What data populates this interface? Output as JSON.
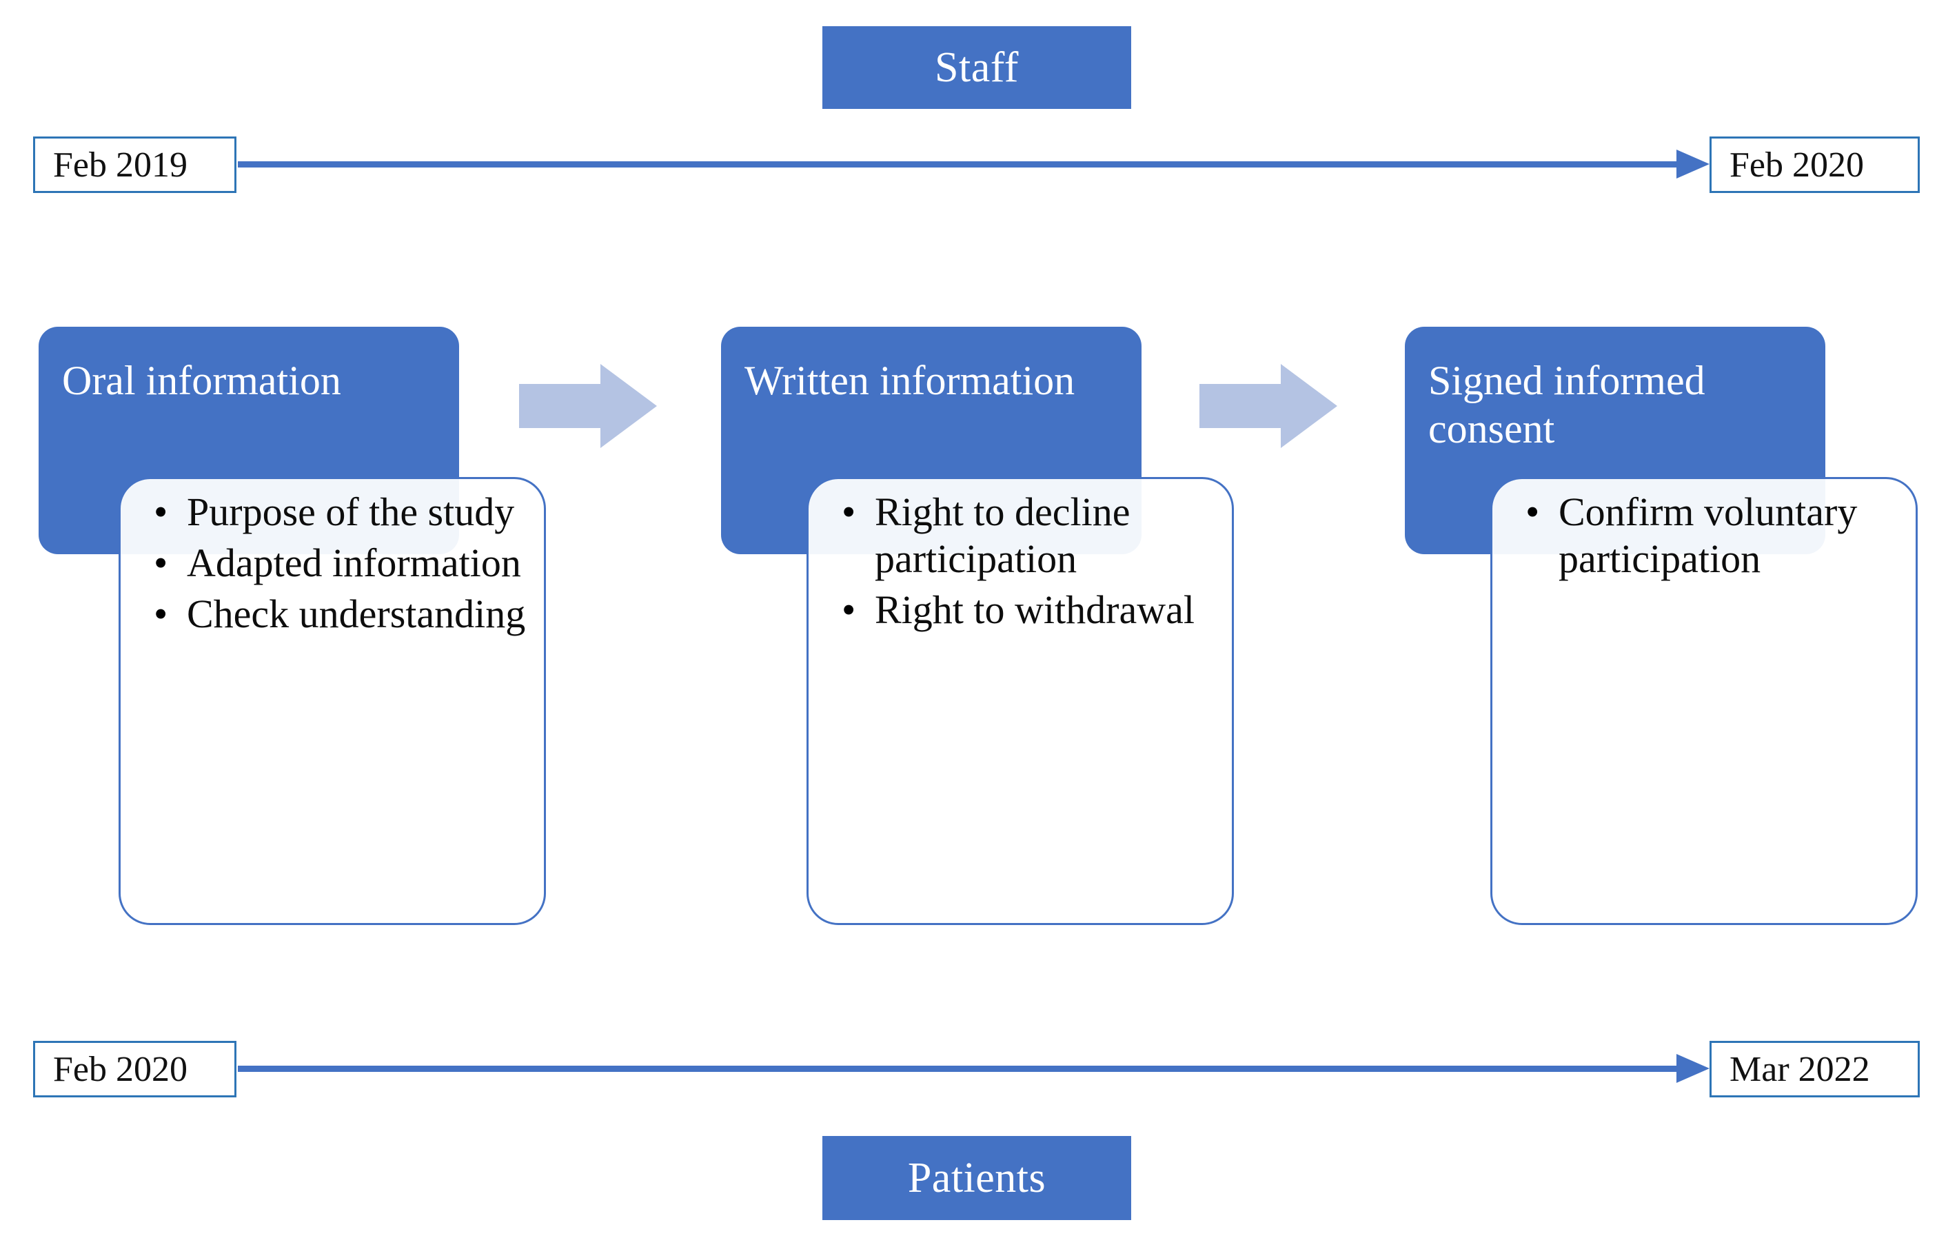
{
  "groups": {
    "top_label": "Staff",
    "bottom_label": "Patients"
  },
  "timelines": [
    {
      "name": "staff-timeline",
      "start": "Feb 2019",
      "end": "Feb 2020"
    },
    {
      "name": "patients-timeline",
      "start": "Feb 2020",
      "end": "Mar 2022"
    }
  ],
  "stages": [
    {
      "title": "Oral information",
      "bullets": [
        "Purpose of the study",
        "Adapted information",
        "Check understanding"
      ]
    },
    {
      "title": "Written information",
      "bullets": [
        "Right to decline participation",
        "Right to withdrawal"
      ]
    },
    {
      "title": "Signed informed consent",
      "bullets": [
        "Confirm voluntary participation"
      ]
    }
  ],
  "connectors": [
    {
      "icon": "right-block-arrow-icon"
    },
    {
      "icon": "right-block-arrow-icon"
    }
  ],
  "colors": {
    "accent_blue": "#4472C4",
    "date_box_border": "#2E75B6",
    "connector_arrow": "#B4C3E3",
    "card_overlap_tint": "#EAEEF7",
    "text_dark": "#0D0D0D",
    "text_light": "#FFFFFF"
  }
}
